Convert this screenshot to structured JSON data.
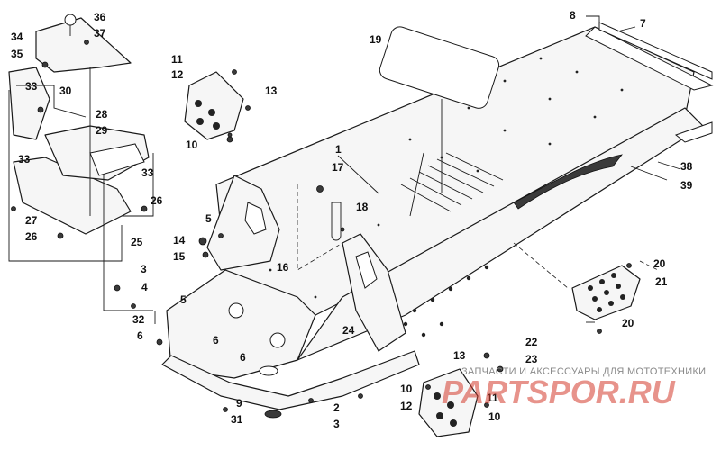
{
  "callouts": {
    "c1": "1",
    "c2": "2",
    "c3a": "3",
    "c3b": "3",
    "c4": "4",
    "c5a": "5",
    "c5b": "5",
    "c6a": "6",
    "c6b": "6",
    "c6c": "6",
    "c7": "7",
    "c8": "8",
    "c9": "9",
    "c10a": "10",
    "c10b": "10",
    "c10c": "10",
    "c11a": "11",
    "c11b": "11",
    "c12a": "12",
    "c12b": "12",
    "c13a": "13",
    "c13b": "13",
    "c14": "14",
    "c15": "15",
    "c16": "16",
    "c17": "17",
    "c18": "18",
    "c19": "19",
    "c20a": "20",
    "c20b": "20",
    "c21": "21",
    "c22": "22",
    "c23": "23",
    "c24": "24",
    "c25": "25",
    "c26a": "26",
    "c26b": "26",
    "c27": "27",
    "c28": "28",
    "c29": "29",
    "c30": "30",
    "c31": "31",
    "c32": "32",
    "c33a": "33",
    "c33b": "33",
    "c33c": "33",
    "c34": "34",
    "c35": "35",
    "c36": "36",
    "c37": "37",
    "c38": "38",
    "c39": "39"
  },
  "watermark": {
    "tagline": "ЗАПЧАСТИ И АКСЕССУАРЫ ДЛЯ МОТОТЕХНИКИ",
    "brand": "PARTSPOR.RU"
  }
}
